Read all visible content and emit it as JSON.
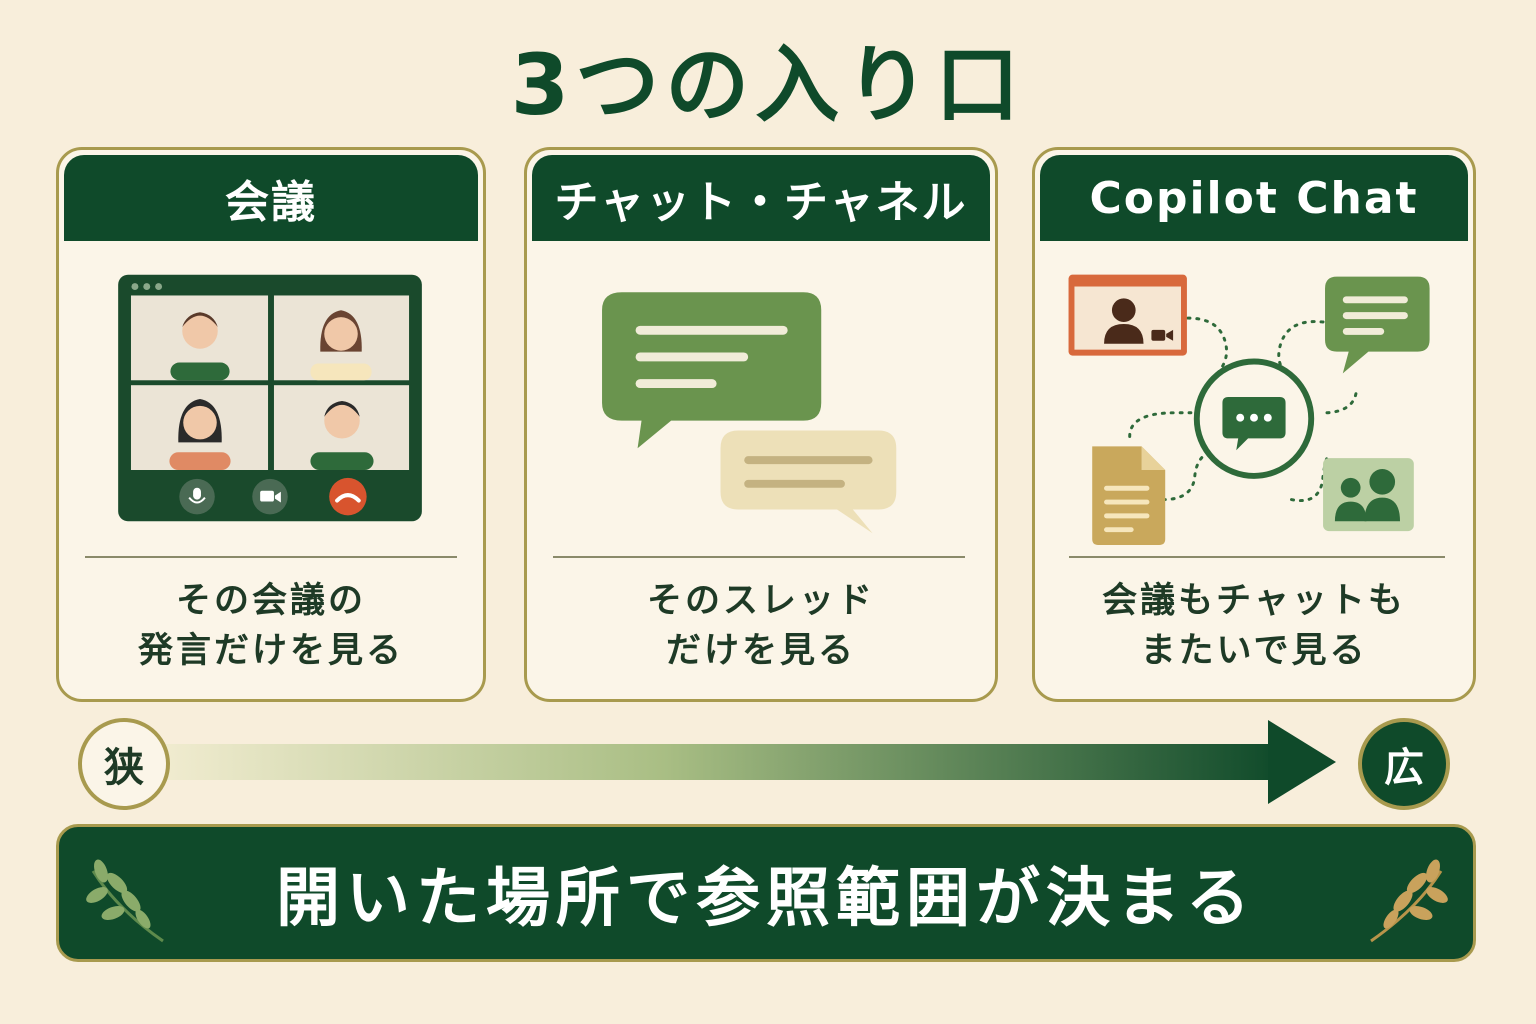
{
  "title": "3つの入り口",
  "cards": [
    {
      "header": "会議",
      "desc_line1": "その会議の",
      "desc_line2": "発言だけを見る"
    },
    {
      "header": "チャット・チャネル",
      "desc_line1": "そのスレッド",
      "desc_line2": "だけを見る"
    },
    {
      "header": "Copilot Chat",
      "desc_line1": "会議もチャットも",
      "desc_line2": "またいで見る"
    }
  ],
  "scale": {
    "narrow": "狭",
    "wide": "広"
  },
  "banner": {
    "text": "開いた場所で参照範囲が決まる"
  },
  "colors": {
    "background": "#f8eedb",
    "dark_green": "#0f4a2a",
    "mid_green": "#5e8a4c",
    "gold": "#a89a4e",
    "beige": "#ede0b8",
    "orange": "#d8693c"
  },
  "icons": [
    "video-conference-icon",
    "chat-bubbles-icon",
    "copilot-hub-icon",
    "laurel-icon",
    "microphone-icon",
    "camera-icon",
    "hang-up-icon",
    "document-icon",
    "group-icon"
  ]
}
